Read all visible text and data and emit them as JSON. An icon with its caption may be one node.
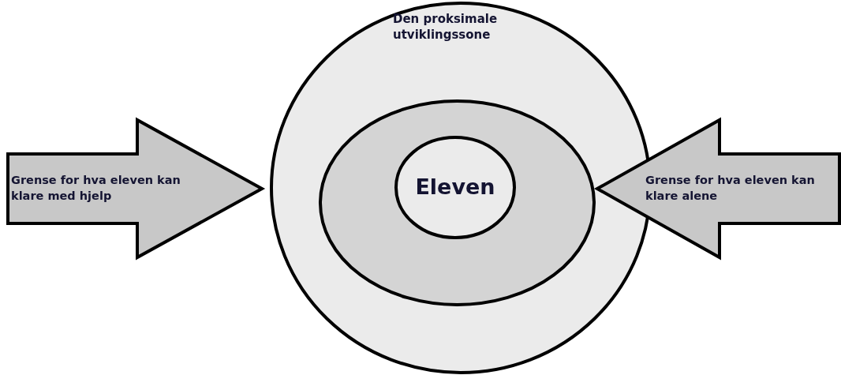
{
  "diagram": {
    "nodes": [
      {
        "text": [
          "Den proksimale utviklingssone"
        ]
      },
      {
        "text": [],
        "shape": "circle",
        "in": 0
      },
      {
        "text": [
          "Eleven"
        ],
        "in": 1
      },
      {
        "text": [
          "Grense for hva eleven kan klare med hjelp"
        ]
      },
      {
        "text": [
          "Grense for hva eleven kan klare alene"
        ]
      }
    ]
  }
}
